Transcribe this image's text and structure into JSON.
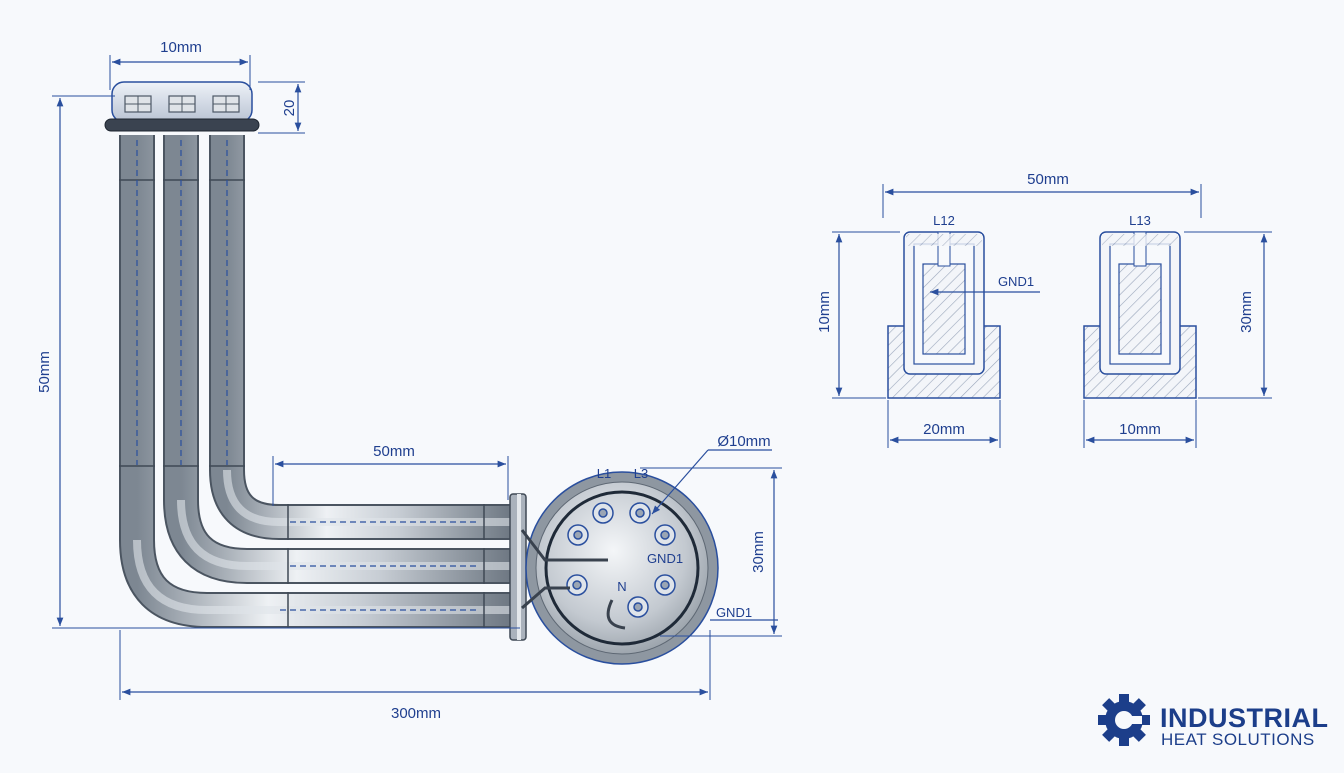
{
  "dimensions": {
    "top_width": "10mm",
    "cap_height": "20",
    "total_height": "50mm",
    "horizontal_run": "50mm",
    "total_length": "300mm",
    "flange_diameter": "Ø10mm",
    "flange_height": "30mm",
    "section_total_width": "50mm",
    "section_left_height": "10mm",
    "section_right_height": "30mm",
    "section_left_width": "20mm",
    "section_right_width": "10mm"
  },
  "terminal_labels": {
    "l1": "L1",
    "l3": "L3",
    "gnd1_inner": "GND1",
    "n": "N",
    "gnd1_outer": "GND1"
  },
  "section_labels": {
    "left_top": "L12",
    "right_top": "L13",
    "gnd": "GND1"
  },
  "logo": {
    "name": "INDUSTRIAL",
    "tagline": "HEAT SOLUTIONS"
  },
  "colors": {
    "line": "#2a4f9e",
    "text": "#1f3f8f",
    "steel": "#b7bec8",
    "background": "#f7f9fc"
  }
}
